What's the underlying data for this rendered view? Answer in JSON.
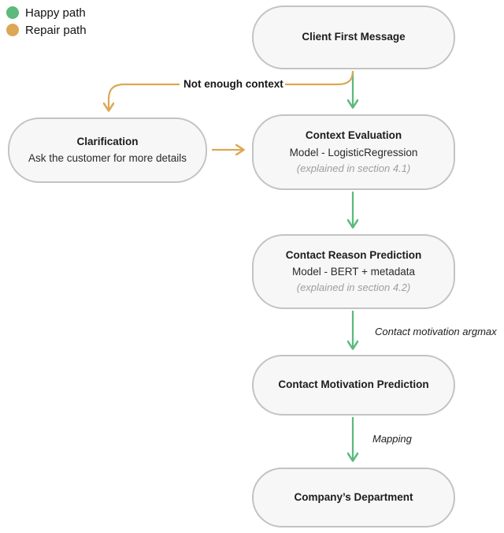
{
  "legend": {
    "items": [
      {
        "label": "Happy path",
        "color": "#5bba7c"
      },
      {
        "label": "Repair path",
        "color": "#dca854"
      }
    ]
  },
  "colors": {
    "happy": "#5bba7c",
    "repair": "#dca854",
    "box_fill": "#f7f7f8",
    "box_border": "#c3c3c3"
  },
  "nodes": {
    "client_first_message": {
      "title": "Client First Message"
    },
    "clarification": {
      "title": "Clarification",
      "subtitle": "Ask the customer for more details"
    },
    "context_evaluation": {
      "title": "Context Evaluation",
      "subtitle": "Model - LogisticRegression",
      "note": "(explained in section 4.1)"
    },
    "contact_reason_prediction": {
      "title": "Contact Reason Prediction",
      "subtitle": "Model - BERT + metadata",
      "note": "(explained in section 4.2)"
    },
    "contact_motivation_prediction": {
      "title": "Contact Motivation Prediction"
    },
    "companys_department": {
      "title": "Company’s Department"
    }
  },
  "edge_labels": {
    "not_enough_context": "Not enough context",
    "contact_motivation_argmax": "Contact motivation argmax",
    "mapping": "Mapping"
  }
}
